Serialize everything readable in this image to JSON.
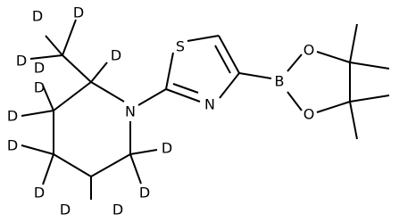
{
  "molecule": {
    "atoms": {
      "s": "S",
      "n_thiazole": "N",
      "n_piperidine": "N",
      "b": "B",
      "o_top": "O",
      "o_bottom": "O",
      "d": "D"
    }
  }
}
